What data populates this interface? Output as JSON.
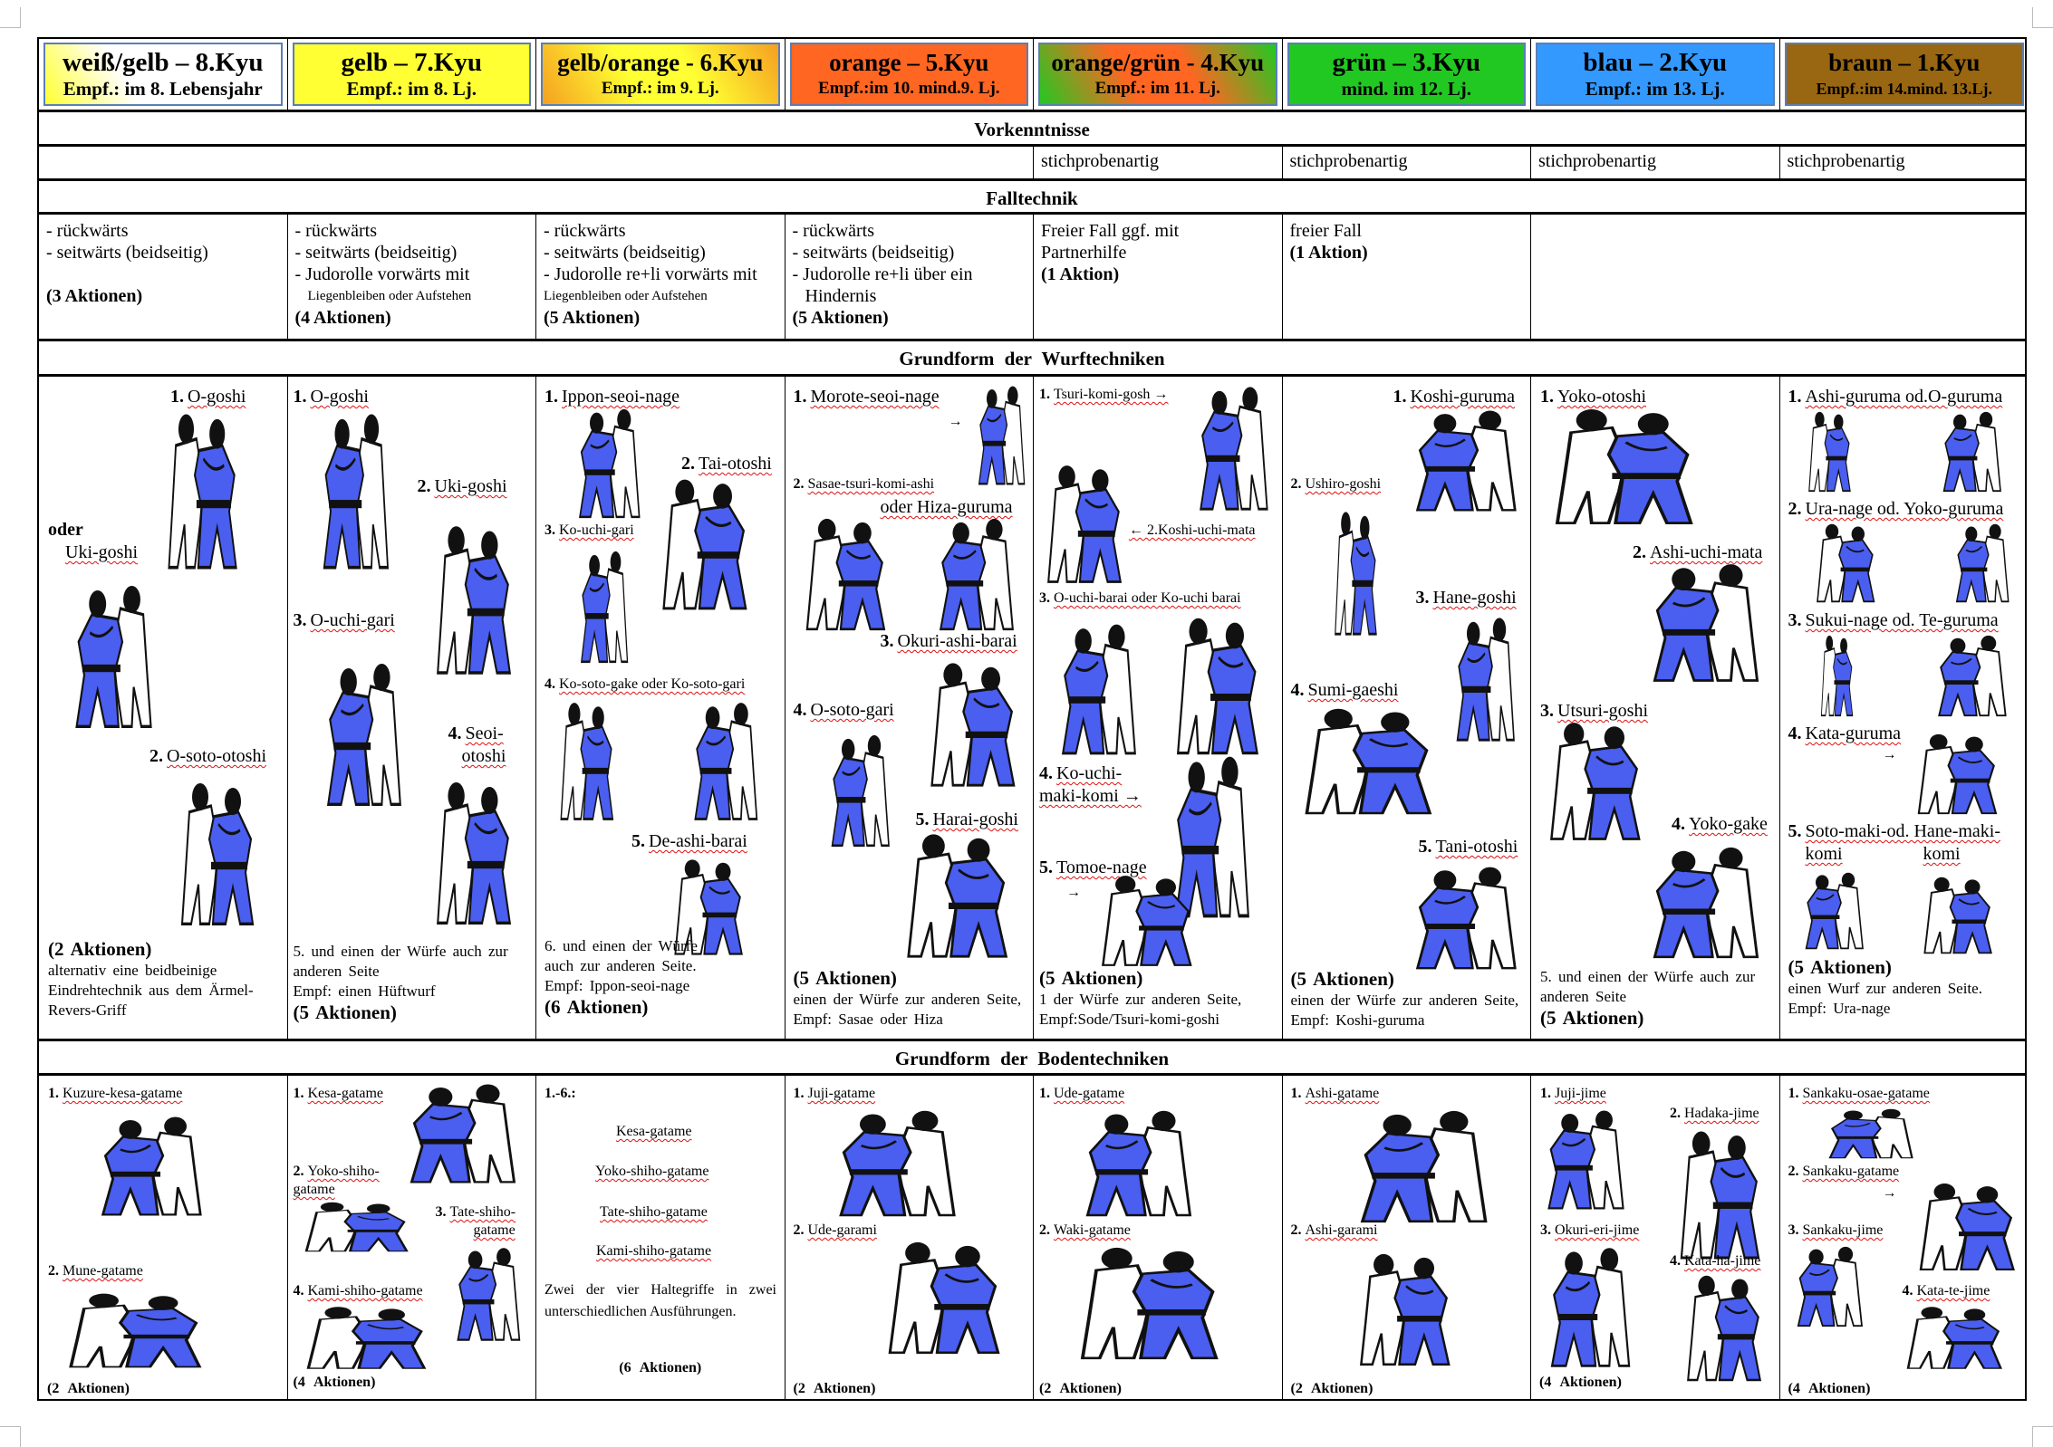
{
  "grades": [
    {
      "title": "weiß/gelb – 8.Kyu",
      "sub": "Empf.: im 8. Lebensjahr",
      "colors": [
        "#ffffff",
        "#ffff33"
      ]
    },
    {
      "title": "gelb – 7.Kyu",
      "sub": "Empf.: im 8. Lj.",
      "colors": [
        "#ffff33",
        "#ffff33"
      ]
    },
    {
      "title": "gelb/orange - 6.Kyu",
      "sub": "Empf.: im 9. Lj.",
      "colors": [
        "#ffff33",
        "#f5a020"
      ]
    },
    {
      "title": "orange – 5.Kyu",
      "sub": "Empf.:im 10. mind.9. Lj.",
      "colors": [
        "#ff6622",
        "#ff6622"
      ]
    },
    {
      "title": "orange/grün - 4.Kyu",
      "sub": "Empf.: im 11. Lj.",
      "colors": [
        "#ff6622",
        "#22c822"
      ]
    },
    {
      "title": "grün – 3.Kyu",
      "sub": "mind. im 12. Lj.",
      "colors": [
        "#22c822",
        "#22c822"
      ]
    },
    {
      "title": "blau – 2.Kyu",
      "sub": "Empf.: im 13. Lj.",
      "colors": [
        "#3399ff",
        "#3399ff"
      ]
    },
    {
      "title": "braun – 1.Kyu",
      "sub": "Empf.:im 14.mind. 13.Lj.",
      "colors": [
        "#996611",
        "#996611"
      ]
    }
  ],
  "sections": {
    "vorkenntnisse": "Vorkenntnisse",
    "falltechnik": "Falltechnik",
    "wurf": "Grundform der Wurftechniken",
    "boden": "Grundform der Bodentechniken"
  },
  "vorkenntnisse": [
    "stichprobenartig",
    "stichprobenartig",
    "stichprobenartig",
    "stichprobenartig"
  ],
  "falltechnik": [
    [
      "- rückwärts",
      "- seitwärts (beidseitig)",
      "",
      "(3 Aktionen)"
    ],
    [
      "- rückwärts",
      "- seitwärts (beidseitig)",
      "- Judorolle vorwärts mit",
      "  Liegenbleiben oder Aufstehen",
      "(4 Aktionen)"
    ],
    [
      "- rückwärts",
      "- seitwärts (beidseitig)",
      "- Judorolle re+li vorwärts mit",
      "Liegenbleiben oder Aufstehen",
      "(5 Aktionen)"
    ],
    [
      "- rückwärts",
      "- seitwärts (beidseitig)",
      "- Judorolle re+li über ein",
      "  Hindernis",
      "(5 Aktionen)"
    ],
    [
      "Freier Fall ggf. mit",
      "Partnerhilfe",
      "(1 Aktion)"
    ],
    [
      "freier Fall",
      "(1 Aktion)"
    ]
  ],
  "wurf": {
    "cells": [
      {
        "labels": [
          "1. O-goshi",
          "oder",
          "Uki-goshi",
          "2. O-soto-otoshi"
        ],
        "notes": [
          "(2 Aktionen)",
          "alternativ eine beidbeinige Eindrehtechnik aus dem Ärmel-Revers-Griff"
        ]
      },
      {
        "labels": [
          "1. O-goshi",
          "2. Uki-goshi",
          "3. O-uchi-gari",
          "4. Seoi-",
          "otoshi"
        ],
        "notes": [
          "5. und einen der Würfe auch zur anderen Seite",
          "Empf: einen Hüftwurf",
          "(5 Aktionen)"
        ]
      },
      {
        "labels": [
          "1. Ippon-seoi-nage",
          "2. Tai-otoshi",
          "3. Ko-uchi-gari",
          "4.Ko-soto-gake oder Ko-soto-gari",
          "5. De-ashi-barai"
        ],
        "notes": [
          "6. und einen der Würfe auch zur anderen Seite.",
          "Empf: Ippon-seoi-nage",
          "(6 Aktionen)"
        ]
      },
      {
        "labels": [
          "1. Morote-seoi-nage",
          "→",
          "2. Sasae-tsuri-komi-ashi",
          "oder Hiza-guruma",
          "3. Okuri-ashi-barai",
          "4. O-soto-gari",
          "5. Harai-goshi"
        ],
        "notes": [
          "(5 Aktionen)",
          "einen der Würfe zur anderen Seite, Empf: Sasae oder Hiza"
        ]
      },
      {
        "labels": [
          "1. Tsuri-komi-gosh →",
          "← 2.Koshi-uchi-mata",
          "3.O-uchi-barai oder Ko-uchi barai",
          "4. Ko-uchi-",
          "maki-komi →",
          "5. Tomoe-nage",
          "→"
        ],
        "notes": [
          "(5 Aktionen)",
          "1 der Würfe zur anderen Seite, Empf:Sode/Tsuri-komi-goshi"
        ]
      },
      {
        "labels": [
          "1. Koshi-guruma",
          "2. Ushiro-goshi",
          "3. Hane-goshi",
          "4. Sumi-gaeshi",
          "5. Tani-otoshi"
        ],
        "notes": [
          "(5 Aktionen)",
          "einen der Würfe zur anderen Seite, Empf: Koshi-guruma"
        ]
      },
      {
        "labels": [
          "1. Yoko-otoshi",
          "2. Ashi-uchi-mata",
          "3. Utsuri-goshi",
          "4. Yoko-gake"
        ],
        "notes": [
          "5. und einen der Würfe auch zur anderen Seite",
          "(5 Aktionen)"
        ]
      },
      {
        "labels": [
          "1.Ashi-guruma od.O-guruma",
          "2. Ura-nage od. Yoko-guruma",
          "3. Sukui-nage od. Te-guruma",
          "4.Kata-guruma",
          "→",
          "5. Soto-maki-od. Hane-maki-",
          "komi",
          "komi"
        ],
        "notes": [
          "(5 Aktionen)",
          "einen Wurf zur anderen Seite.",
          "Empf: Ura-nage"
        ]
      }
    ]
  },
  "boden": {
    "cells": [
      {
        "labels": [
          "1. Kuzure-kesa-gatame",
          "2. Mune-gatame"
        ],
        "note": "(2 Aktionen)"
      },
      {
        "labels": [
          "1. Kesa-gatame",
          "2. Yoko-shiho-",
          "gatame",
          "3. Tate-shiho-",
          "gatame",
          "4. Kami-shiho-gatame"
        ],
        "note": "(4 Aktionen)"
      },
      {
        "labels": [
          "1.-6.:",
          "Kesa-gatame",
          "Yoko-shiho-gatame",
          "Tate-shiho-gatame",
          "Kami-shiho-gatame"
        ],
        "text": "Zwei der vier Haltegriffe in zwei unterschiedlichen Ausführungen.",
        "note": "(6 Aktionen)"
      },
      {
        "labels": [
          "1. Juji-gatame",
          "2. Ude-garami"
        ],
        "note": "(2 Aktionen)"
      },
      {
        "labels": [
          "1. Ude-gatame",
          "2. Waki-gatame"
        ],
        "note": "(2 Aktionen)"
      },
      {
        "labels": [
          "1. Ashi-gatame",
          "2. Ashi-garami"
        ],
        "note": "(2 Aktionen)"
      },
      {
        "labels": [
          "1. Juji-jime",
          "2. Hadaka-jime",
          "3. Okuri-eri-jime",
          "4. Kata-ha-jime"
        ],
        "note": "(4 Aktionen)"
      },
      {
        "labels": [
          "1. Sankaku-osae-gatame",
          "2. Sankaku-gatame",
          "→",
          "3. Sankaku-jime",
          "4. Kata-te-jime"
        ],
        "note": "(4 Aktionen)"
      }
    ]
  },
  "colors": {
    "gi_blue": "#4a5ef0",
    "border": "#000000",
    "header_frame": "#5a7fb5",
    "spellcheck": "#e01010"
  }
}
